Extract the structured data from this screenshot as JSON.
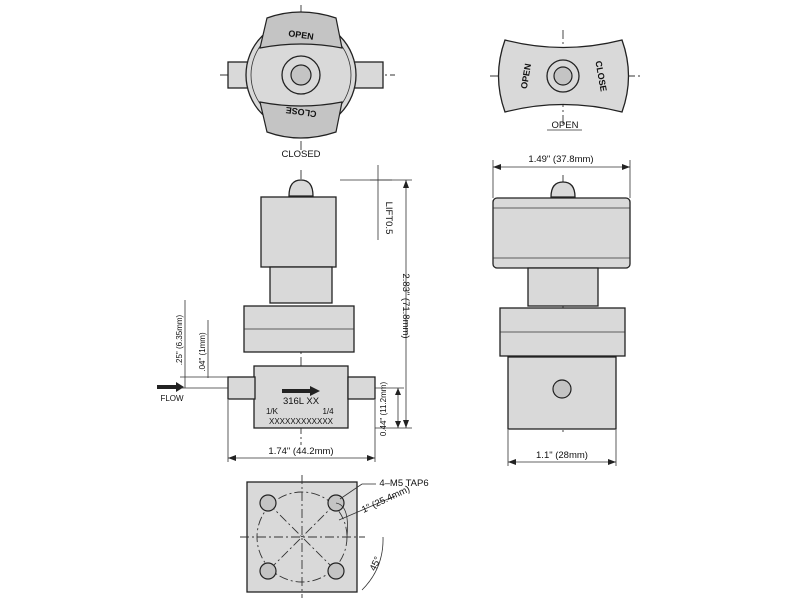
{
  "top_closed": {
    "caption": "CLOSED",
    "lever_top": "OPEN",
    "lever_bottom": "CLOSE"
  },
  "top_open": {
    "caption": "OPEN",
    "lever_left": "OPEN",
    "lever_right": "CLOSE"
  },
  "front_view": {
    "lift": "LIFT0.5",
    "height": "2.83\" (71.8mm)",
    "body_mark": "316L  XX",
    "body_row2_left": "1/K",
    "body_row2_right": "1/4",
    "body_serial": "XXXXXXXXXXXX",
    "flow": "FLOW",
    "port_offset": ".25\" (6.35mm)",
    "port_gap": ".04\" (1mm)",
    "port_height": "0.44\" (11.2mm)",
    "width": "1.74\" (44.2mm)"
  },
  "side_view": {
    "knob_width": "1.49\" (37.8mm)",
    "body_width": "1.1\" (28mm)"
  },
  "bottom_view": {
    "tap": "4–M5  TAP6",
    "bolt_circle": "1\" (25.4mm)",
    "angle": "45°"
  }
}
